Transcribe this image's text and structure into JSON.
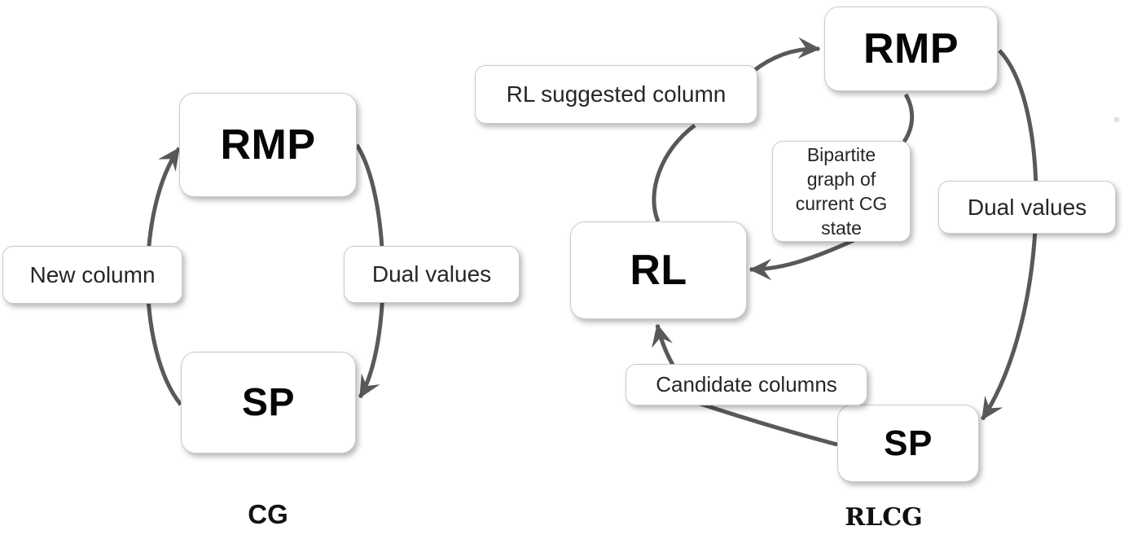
{
  "colors": {
    "background": "#ffffff",
    "arrow": "#58595b",
    "box_fill": "#ffffff",
    "box_border": "#cbcbcb",
    "node_text": "#060606",
    "label_text": "#262626"
  },
  "diagrams": [
    {
      "caption": "CG",
      "nodes": [
        {
          "label": "RMP"
        },
        {
          "label": "SP"
        }
      ],
      "edge_labels": [
        {
          "text": "New column"
        },
        {
          "text": "Dual values"
        }
      ],
      "edges": [
        {
          "from": "SP",
          "to": "RMP",
          "label": "New column"
        },
        {
          "from": "RMP",
          "to": "SP",
          "label": "Dual values"
        }
      ]
    },
    {
      "caption": "RLCG",
      "nodes": [
        {
          "label": "RMP"
        },
        {
          "label": "RL"
        },
        {
          "label": "SP"
        }
      ],
      "edge_labels": [
        {
          "text": "RL suggested column"
        },
        {
          "text": "Bipartite graph of current CG state"
        },
        {
          "text": "Dual values"
        },
        {
          "text": "Candidate columns"
        }
      ],
      "edges": [
        {
          "from": "RL",
          "to": "RMP",
          "label": "RL suggested column"
        },
        {
          "from": "RMP",
          "to": "RL",
          "label": "Bipartite graph of current CG state"
        },
        {
          "from": "RMP",
          "to": "SP",
          "label": "Dual values"
        },
        {
          "from": "SP",
          "to": "RL",
          "label": "Candidate columns"
        }
      ]
    }
  ]
}
